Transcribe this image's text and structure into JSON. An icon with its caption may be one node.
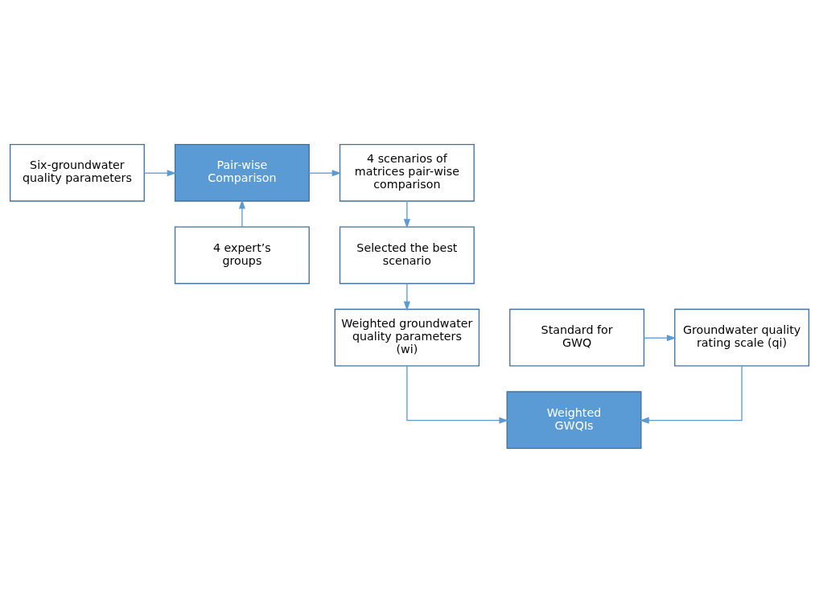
{
  "diagram": {
    "nodes": [
      {
        "text": [
          "Six-groundwater quality parameters"
        ]
      },
      {
        "text": [
          "Pair-wise Comparison"
        ]
      },
      {
        "text": [
          "4 scenarios of matrices pair-wise comparison"
        ]
      },
      {
        "text": [
          "4 expert’s groups"
        ]
      },
      {
        "text": [
          "Selected the best scenario"
        ]
      },
      {
        "text": [
          "Groundwater quality rating scale (qi)"
        ]
      },
      {
        "text": [
          "Standard for GWQ"
        ]
      },
      {
        "text": [
          "Weighted groundwater quality parameters (wi)"
        ]
      },
      {
        "text": [
          "Weighted GWQIs"
        ]
      }
    ],
    "edges": [
      {
        "from": 0,
        "to": 1,
        "arrow": "to"
      },
      {
        "from": 1,
        "to": 2,
        "arrow": "to"
      },
      {
        "from": 3,
        "to": 1,
        "arrow": "to"
      },
      {
        "from": 2,
        "to": 4,
        "arrow": "to"
      },
      {
        "from": 4,
        "to": 7,
        "arrow": "to"
      },
      {
        "from": 6,
        "to": 5,
        "arrow": "to"
      },
      {
        "from": 5,
        "to": 8,
        "arrow": "to"
      },
      {
        "from": 7,
        "to": 8,
        "arrow": "to"
      }
    ]
  }
}
